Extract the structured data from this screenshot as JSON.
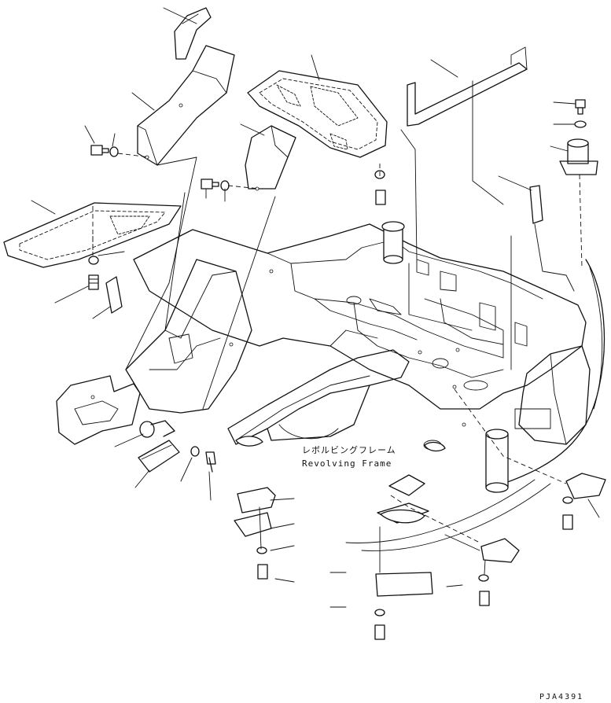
{
  "labels": {
    "frame_jp": "レボルビングフレーム",
    "frame_en": "Revolving Frame",
    "drawing_code": "PJA4391"
  }
}
